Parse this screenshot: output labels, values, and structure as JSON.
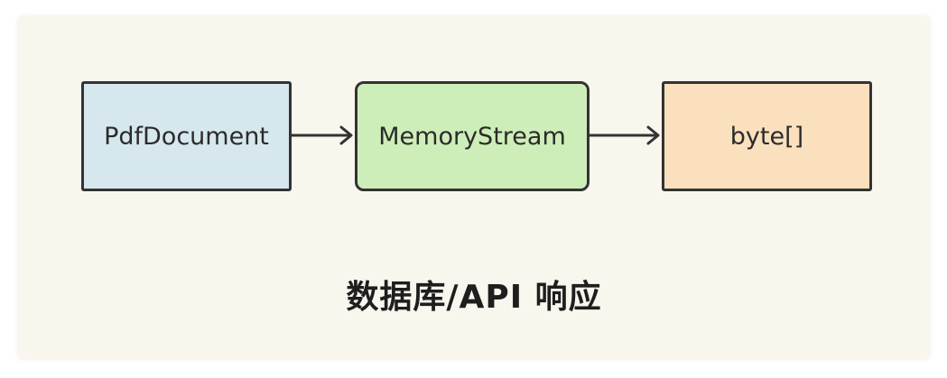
{
  "nodes": [
    {
      "label": "PdfDocument",
      "color": "#d6e8ee"
    },
    {
      "label": "MemoryStream",
      "color": "#cdeeb8"
    },
    {
      "label": "byte[]",
      "color": "#fbe0bd"
    }
  ],
  "caption": "数据库/API 响应",
  "colors": {
    "background": "#f9f6ee",
    "stroke": "#333333"
  }
}
